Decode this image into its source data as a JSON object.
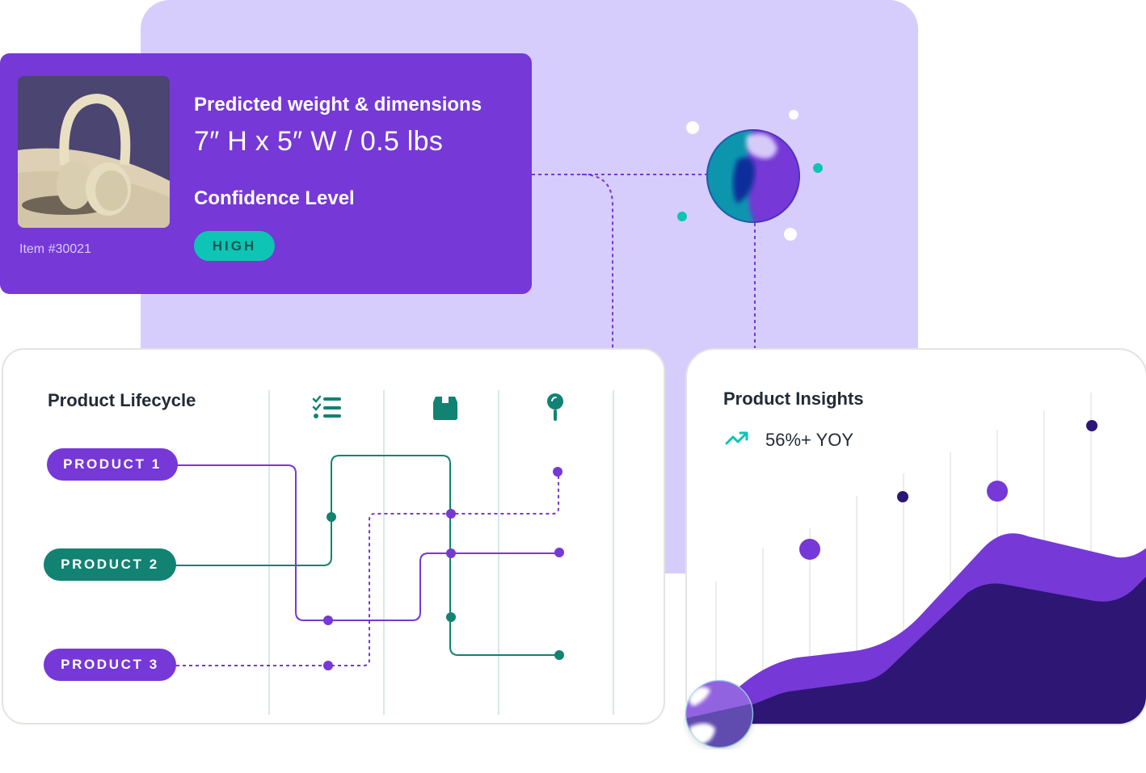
{
  "prediction_card": {
    "title": "Predicted weight & dimensions",
    "value": "7″ H x 5″ W  / 0.5 lbs",
    "confidence_title": "Confidence Level",
    "confidence_badge": "HIGH",
    "item_id": "Item #30021",
    "image_subject": "headphones-on-sand"
  },
  "lifecycle": {
    "title": "Product Lifecycle",
    "products": [
      {
        "label": "PRODUCT 1",
        "color": "#7638d6"
      },
      {
        "label": "PRODUCT 2",
        "color": "#128272"
      },
      {
        "label": "PRODUCT 3",
        "color": "#7638d6"
      }
    ],
    "stage_icons": [
      "checklist-icon",
      "package-icon",
      "map-pin-icon"
    ]
  },
  "insights": {
    "title": "Product Insights",
    "trend_icon": "trending-up-icon",
    "trend_text": "56%+ YOY"
  },
  "colors": {
    "primary_purple": "#7638d6",
    "dark_purple": "#2e1674",
    "teal": "#128272",
    "accent_teal": "#0ec4b4",
    "backdrop": "#d6cdfd"
  }
}
